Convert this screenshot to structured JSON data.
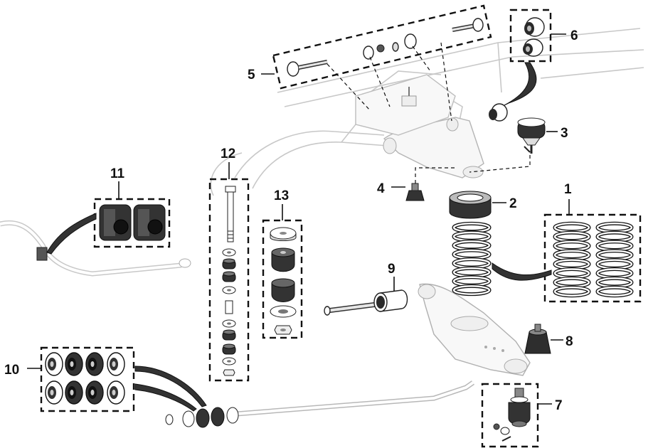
{
  "diagram": {
    "callouts": [
      {
        "id": "c1",
        "label": "1"
      },
      {
        "id": "c2",
        "label": "2"
      },
      {
        "id": "c3",
        "label": "3"
      },
      {
        "id": "c4",
        "label": "4"
      },
      {
        "id": "c5",
        "label": "5"
      },
      {
        "id": "c6",
        "label": "6"
      },
      {
        "id": "c7",
        "label": "7"
      },
      {
        "id": "c8",
        "label": "8"
      },
      {
        "id": "c9",
        "label": "9"
      },
      {
        "id": "c10",
        "label": "10"
      },
      {
        "id": "c11",
        "label": "11"
      },
      {
        "id": "c12",
        "label": "12"
      },
      {
        "id": "c13",
        "label": "13"
      }
    ],
    "colors": {
      "ink": "#111111",
      "frame": "#c8c8c8",
      "shade": "#3a3a3a",
      "rubber": "#1e1e1e",
      "metal": "#e6e6e6"
    }
  }
}
